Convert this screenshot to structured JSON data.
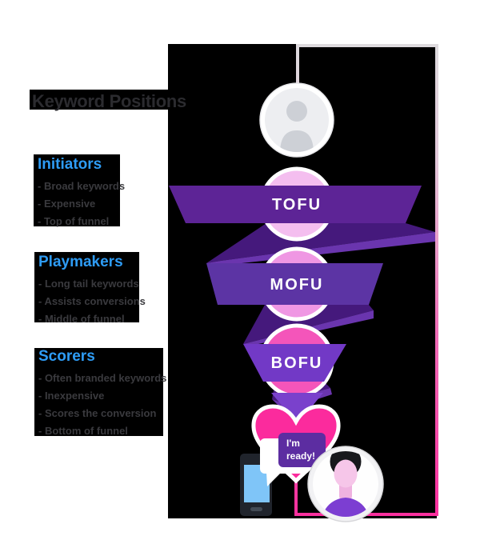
{
  "title": "Keyword Positions",
  "sections": [
    {
      "heading": "Initiators",
      "items": [
        "- Broad keywords",
        "- Expensive",
        "- Top of funnel"
      ]
    },
    {
      "heading": "Playmakers",
      "items": [
        "- Long tail keywords",
        "- Assists conversions",
        "- Middle of funnel"
      ]
    },
    {
      "heading": "Scorers",
      "items": [
        "- Often branded keywords",
        "- Inexpensive",
        "- Scores the conversion",
        "- Bottom of funnel"
      ]
    }
  ],
  "funnel": {
    "stages": [
      {
        "label": "TOFU",
        "band_color": "#5D2496",
        "circle_color": "#F4BEEF"
      },
      {
        "label": "MOFU",
        "band_color": "#5C34A4",
        "circle_color": "#EF97E3"
      },
      {
        "label": "BOFU",
        "band_color": "#7239C6",
        "circle_color": "#F455BA"
      }
    ],
    "fold_dark_color": "#45197C",
    "fold_strip_color": "#6A35AE"
  },
  "speech_bubble": {
    "line1": "I'm",
    "line2": "ready!"
  },
  "colors": {
    "heading_blue": "#2E9CF5",
    "heart_pink": "#FB2B9D",
    "connector_pink": "#FA2F9E",
    "panel_black": "#000000",
    "phone_screen_blue": "#7FC5F8",
    "shirt_purple": "#7C3ED2"
  }
}
